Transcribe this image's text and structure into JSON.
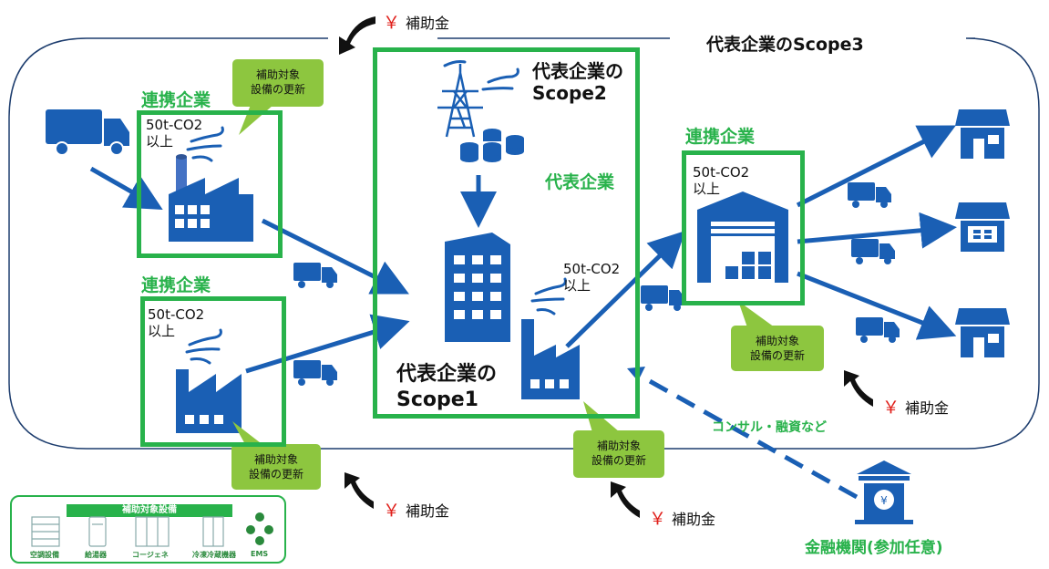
{
  "scope3_title": "代表企業のScope3",
  "scope2_label_line1": "代表企業の",
  "scope2_label_line2": "Scope2",
  "representative_label": "代表企業",
  "scope1_label_line1": "代表企業の",
  "scope1_label_line2": "Scope1",
  "partner_label": "連携企業",
  "co2_line1": "50t-CO2",
  "co2_line2": "以上",
  "bubble_line1": "補助対象",
  "bubble_line2": "設備の更新",
  "subsidy_text": "補助金",
  "yen": "￥",
  "consulting_label": "コンサル・融資など",
  "finance_label": "金融機関(参加任意)",
  "legend": {
    "title": "補助対象設備",
    "items": [
      "空調設備",
      "給湯器",
      "コージェネ",
      "冷凍冷蔵機器",
      "EMS"
    ]
  },
  "colors": {
    "green": "#28b24b",
    "blue": "#1a5fb4",
    "bubble": "#8dc63f",
    "red": "#e0201b"
  }
}
